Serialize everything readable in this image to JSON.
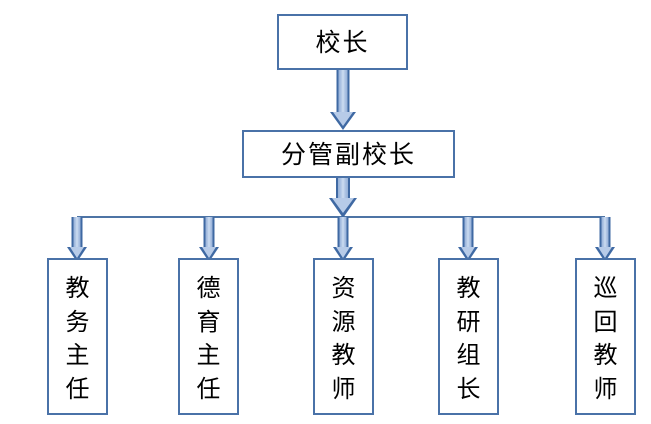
{
  "diagram": {
    "type": "organization-chart",
    "title": "",
    "background_color": "#ffffff",
    "border_color": "#4a72a8",
    "connector_color": "#4d74a5",
    "arrow_fill_color": "#aec4e4",
    "arrow_outline_color": "#3f69a3",
    "text_color": "#000000",
    "levels": [
      {
        "level": 1,
        "nodes": [
          {
            "id": "principal",
            "label": "校长",
            "orientation": "horizontal"
          }
        ]
      },
      {
        "level": 2,
        "nodes": [
          {
            "id": "vice-principal",
            "label": "分管副校长",
            "orientation": "horizontal"
          }
        ]
      },
      {
        "level": 3,
        "nodes": [
          {
            "id": "academic-director",
            "label": "教务主任",
            "orientation": "vertical",
            "chars": [
              "教",
              "务",
              "主",
              "任"
            ]
          },
          {
            "id": "moral-education-director",
            "label": "德育主任",
            "orientation": "vertical",
            "chars": [
              "德",
              "育",
              "主",
              "任"
            ]
          },
          {
            "id": "resource-teacher",
            "label": "资源教师",
            "orientation": "vertical",
            "chars": [
              "资",
              "源",
              "教",
              "师"
            ]
          },
          {
            "id": "research-group-leader",
            "label": "教研组长",
            "orientation": "vertical",
            "chars": [
              "教",
              "研",
              "组",
              "长"
            ]
          },
          {
            "id": "itinerant-teacher",
            "label": "巡回教师",
            "orientation": "vertical",
            "chars": [
              "巡",
              "回",
              "教",
              "师"
            ]
          }
        ]
      }
    ],
    "connections": [
      {
        "from": "principal",
        "to": "vice-principal",
        "style": "block-arrow-down"
      },
      {
        "from": "vice-principal",
        "to": "distribution-bar",
        "style": "block-arrow-down"
      },
      {
        "from": "distribution-bar",
        "to": "academic-director",
        "style": "block-arrow-down"
      },
      {
        "from": "distribution-bar",
        "to": "moral-education-director",
        "style": "block-arrow-down"
      },
      {
        "from": "distribution-bar",
        "to": "resource-teacher",
        "style": "block-arrow-down"
      },
      {
        "from": "distribution-bar",
        "to": "research-group-leader",
        "style": "block-arrow-down"
      },
      {
        "from": "distribution-bar",
        "to": "itinerant-teacher",
        "style": "block-arrow-down"
      }
    ]
  }
}
